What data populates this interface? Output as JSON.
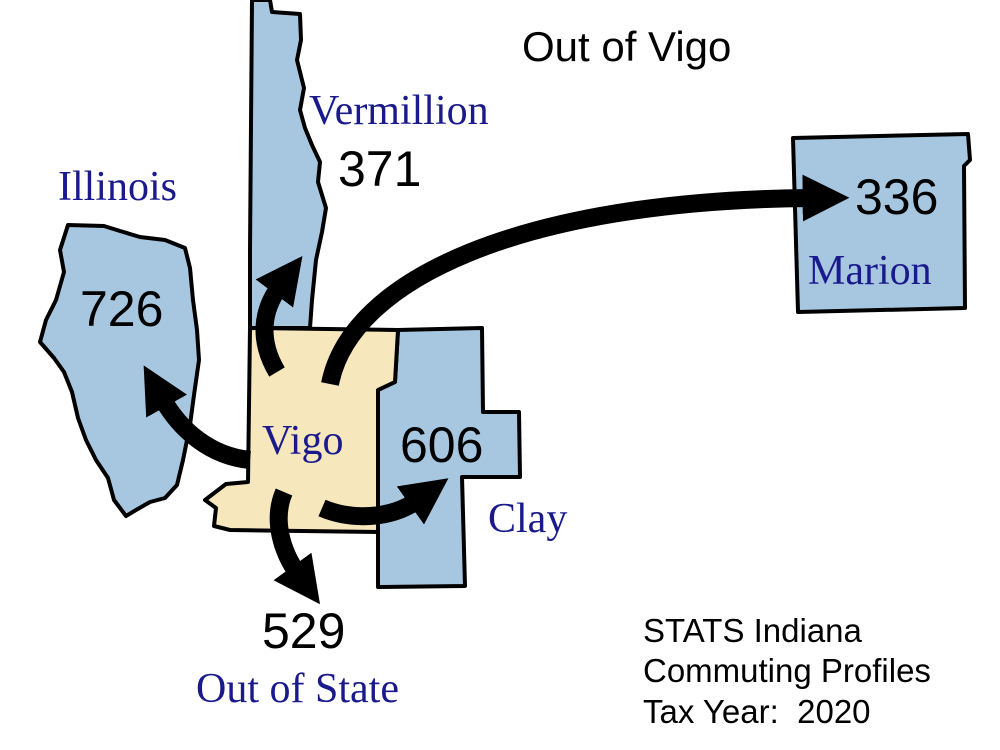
{
  "title": "Out of Vigo",
  "colors": {
    "county_fill": "#a7c7e0",
    "home_fill": "#f6e7bd",
    "outline": "#000000",
    "label_text": "#1a1a8c",
    "arrow": "#000000"
  },
  "home": {
    "name": "Vigo"
  },
  "flows": [
    {
      "destination": "Vermillion",
      "count": "371"
    },
    {
      "destination": "Illinois",
      "count": "726"
    },
    {
      "destination": "Marion",
      "count": "336"
    },
    {
      "destination": "Clay",
      "count": "606"
    },
    {
      "destination": "Out of State",
      "count": "529"
    }
  ],
  "credit": {
    "line1": "STATS Indiana",
    "line2": "Commuting Profiles",
    "line3": "Tax Year:  2020"
  }
}
